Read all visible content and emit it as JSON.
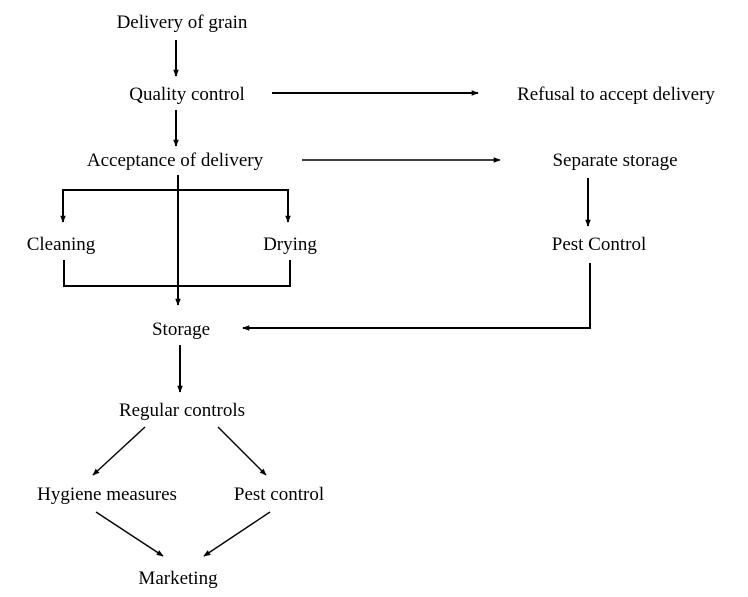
{
  "nodes": {
    "delivery": "Delivery of grain",
    "quality_control": "Quality control",
    "refusal": "Refusal to accept delivery",
    "acceptance": "Acceptance of delivery",
    "separate_storage": "Separate storage",
    "cleaning": "Cleaning",
    "drying": "Drying",
    "pest_control_separate": "Pest Control",
    "storage": "Storage",
    "regular_controls": "Regular controls",
    "hygiene": "Hygiene measures",
    "pest_control": "Pest control",
    "marketing": "Marketing"
  },
  "edges": [
    [
      "delivery",
      "quality_control"
    ],
    [
      "quality_control",
      "refusal"
    ],
    [
      "quality_control",
      "acceptance"
    ],
    [
      "acceptance",
      "separate_storage"
    ],
    [
      "acceptance",
      "cleaning"
    ],
    [
      "acceptance",
      "drying"
    ],
    [
      "acceptance",
      "storage"
    ],
    [
      "cleaning",
      "storage"
    ],
    [
      "drying",
      "storage"
    ],
    [
      "separate_storage",
      "pest_control_separate"
    ],
    [
      "pest_control_separate",
      "storage"
    ],
    [
      "storage",
      "regular_controls"
    ],
    [
      "regular_controls",
      "hygiene"
    ],
    [
      "regular_controls",
      "pest_control"
    ],
    [
      "hygiene",
      "marketing"
    ],
    [
      "pest_control",
      "marketing"
    ]
  ]
}
